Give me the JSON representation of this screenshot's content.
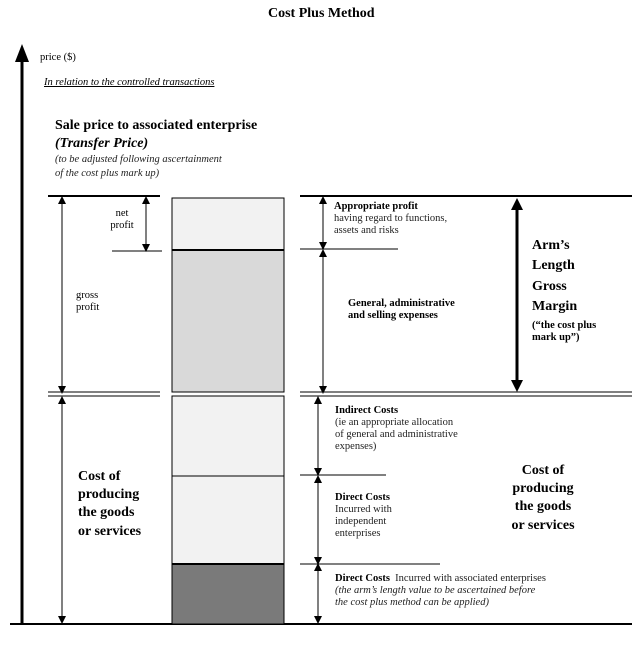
{
  "title": "Cost Plus Method",
  "axis": {
    "label": "price ($)",
    "note": "In relation to the controlled transactions"
  },
  "sale_price": {
    "heading": "Sale price to associated enterprise",
    "transfer_price": "(Transfer Price)",
    "note_line1": "(to be adjusted following ascertainment",
    "note_line2": "of the cost plus mark up)"
  },
  "left": {
    "net_profit_line1": "net",
    "net_profit_line2": "profit",
    "gross_profit_line1": "gross",
    "gross_profit_line2": "profit",
    "cost_line1": "Cost of",
    "cost_line2": "producing",
    "cost_line3": "the goods",
    "cost_line4": "or services"
  },
  "right": {
    "appropriate_profit_title": "Appropriate profit",
    "appropriate_profit_line1": "having regard to functions,",
    "appropriate_profit_line2": "assets and risks",
    "general_line1": "General, administrative",
    "general_line2": "and selling expenses",
    "margin_line1": "Arm’s",
    "margin_line2": "Length",
    "margin_line3": "Gross",
    "margin_line4": "Margin",
    "margin_note_line1": "(“the cost plus",
    "margin_note_line2": "mark up”)",
    "indirect_title": "Indirect Costs",
    "indirect_line1": "(ie an appropriate allocation",
    "indirect_line2": "of general and administrative",
    "indirect_line3": "expenses)",
    "direct_indep_title": "Direct Costs",
    "direct_indep_line1": "Incurred with",
    "direct_indep_line2": "independent",
    "direct_indep_line3": "enterprises",
    "direct_assoc_title": "Direct Costs",
    "direct_assoc_desc": "Incurred with associated enterprises",
    "direct_assoc_note1": "(the arm’s length value to be ascertained before",
    "direct_assoc_note2": "the cost plus method can be applied)",
    "cost_line1": "Cost of",
    "cost_line2": "producing",
    "cost_line3": "the goods",
    "cost_line4": "or services"
  },
  "colors": {
    "block_light": "#f2f2f2",
    "block_mid": "#d9d9d9",
    "block_dark": "#7a7a7a"
  }
}
